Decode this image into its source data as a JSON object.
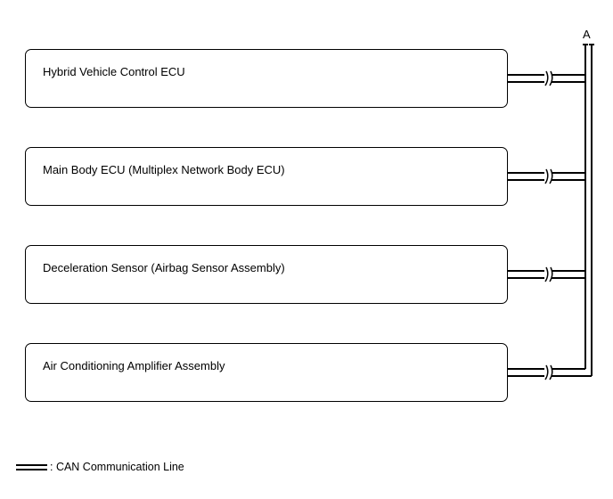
{
  "ecus": [
    {
      "label": "Hybrid Vehicle Control ECU"
    },
    {
      "label": "Main Body ECU (Multiplex Network Body ECU)"
    },
    {
      "label": "Deceleration Sensor (Airbag Sensor Assembly)"
    },
    {
      "label": "Air Conditioning Amplifier Assembly"
    }
  ],
  "bus": {
    "label": "A"
  },
  "legend": {
    "text": ": CAN Communication Line"
  },
  "colors": {
    "line": "#000000",
    "background": "#ffffff"
  }
}
